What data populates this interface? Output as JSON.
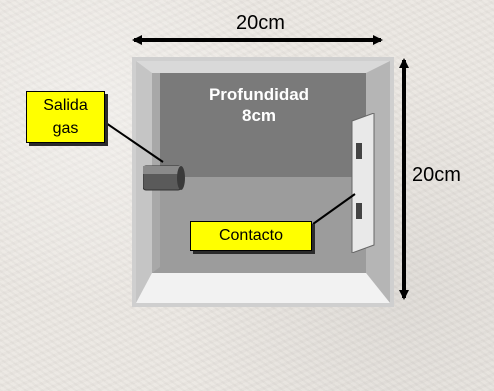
{
  "dimensions": {
    "width_label": "20cm",
    "height_label": "20cm"
  },
  "depth": {
    "line1": "Profundidad",
    "line2": "8cm"
  },
  "callouts": {
    "gas_outlet": {
      "line1": "Salida",
      "line2": "gas"
    },
    "contact": "Contacto"
  },
  "colors": {
    "callout_fill": "#ffff00",
    "back_wall": "#7c7c7c",
    "arrow": "#000000"
  }
}
